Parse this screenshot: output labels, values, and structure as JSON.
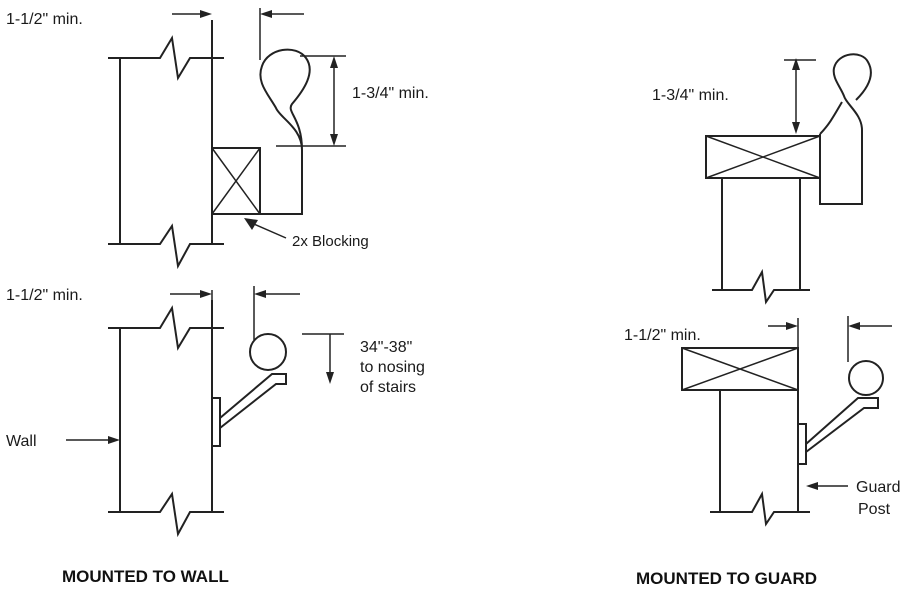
{
  "labels": {
    "wall_top_horizontal": "1-1/2\" min.",
    "wall_top_vertical": "1-3/4\" min.",
    "blocking": "2x Blocking",
    "wall_bottom_horizontal": "1-1/2\" min.",
    "height_line1": "34\"-38\"",
    "height_line2": "to nosing",
    "height_line3": "of stairs",
    "wall": "Wall",
    "guard_top_vertical": "1-3/4\" min.",
    "guard_bottom_horizontal": "1-1/2\" min.",
    "guard_post_line1": "Guard",
    "guard_post_line2": "Post"
  },
  "captions": {
    "wall": "MOUNTED TO WALL",
    "guard": "MOUNTED TO GUARD"
  }
}
